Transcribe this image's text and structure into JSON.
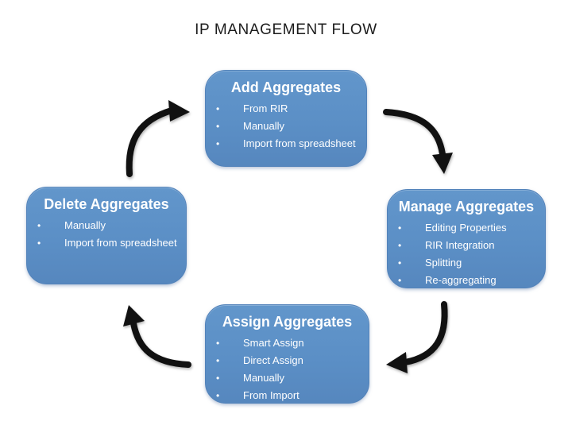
{
  "title": "IP MANAGEMENT FLOW",
  "bullet_glyph": "•",
  "colors": {
    "background": "#FFFFFF",
    "node_fill": "#5C90C6",
    "node_border": "#5383BA",
    "node_text": "#FFFFFF",
    "arrow": "#111111",
    "title_text": "#1C1C1C"
  },
  "nodes": [
    {
      "id": "add",
      "title": "Add Aggregates",
      "items": [
        "From RIR",
        "Manually",
        "Import from spreadsheet"
      ]
    },
    {
      "id": "manage",
      "title": "Manage Aggregates",
      "items": [
        "Editing Properties",
        "RIR Integration",
        "Splitting",
        "Re-aggregating"
      ]
    },
    {
      "id": "assign",
      "title": "Assign Aggregates",
      "items": [
        "Smart Assign",
        "Direct Assign",
        "Manually",
        "From Import"
      ]
    },
    {
      "id": "delete",
      "title": "Delete Aggregates",
      "items": [
        "Manually",
        "Import from spreadsheet"
      ]
    }
  ],
  "connections": [
    {
      "from": "Delete Aggregates",
      "to": "Add Aggregates"
    },
    {
      "from": "Add Aggregates",
      "to": "Manage Aggregates"
    },
    {
      "from": "Manage Aggregates",
      "to": "Assign Aggregates"
    },
    {
      "from": "Assign Aggregates",
      "to": "Delete Aggregates"
    }
  ]
}
